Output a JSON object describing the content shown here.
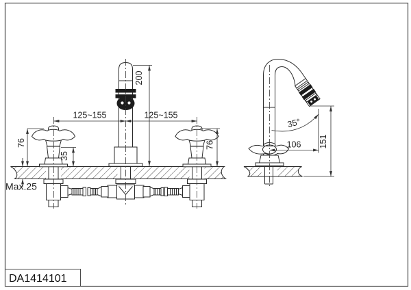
{
  "title_block": {
    "model_number": "DA1414101"
  },
  "front_view": {
    "dims": {
      "left_spacing": "125~155",
      "right_spacing": "125~155",
      "spout_height": "200",
      "left_handle_height": "76",
      "right_handle_height": "76",
      "hub_height": "35",
      "counter_thickness": "Max.25"
    }
  },
  "side_view": {
    "dims": {
      "spout_angle": "35°",
      "spout_reach": "106",
      "tip_height": "151"
    }
  },
  "colors": {
    "line": "#2b2b2b",
    "dimension_line": "#333333",
    "dark_fill": "#1c1c1c",
    "background": "#ffffff"
  }
}
